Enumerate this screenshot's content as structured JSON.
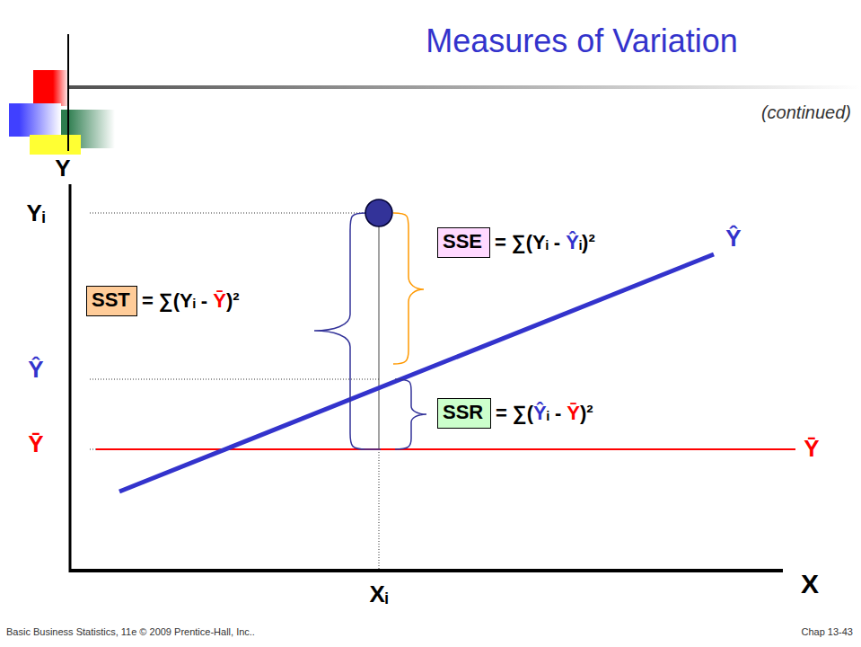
{
  "diagram": {
    "title": "Measures of Variation",
    "nodes": [
      {
        "text": [
          "SSE"
        ]
      },
      {
        "text": [
          "SST"
        ]
      },
      {
        "text": [
          "SSR"
        ]
      }
    ],
    "labels": [
      "(continued)",
      "Y",
      "Yᵢ",
      "Ŷ",
      "Ȳ",
      "= ∑(Yᵢ - Ŷᵢ)²",
      "Ŷ",
      "= ∑(Yᵢ - Ȳ)²",
      "= ∑(Ŷᵢ - Ȳ)²",
      "Ȳ",
      "Xᵢ",
      "X",
      "Basic Business Statistics, 11e © 2009 Prentice-Hall, Inc..",
      "Chap 13-43"
    ]
  }
}
